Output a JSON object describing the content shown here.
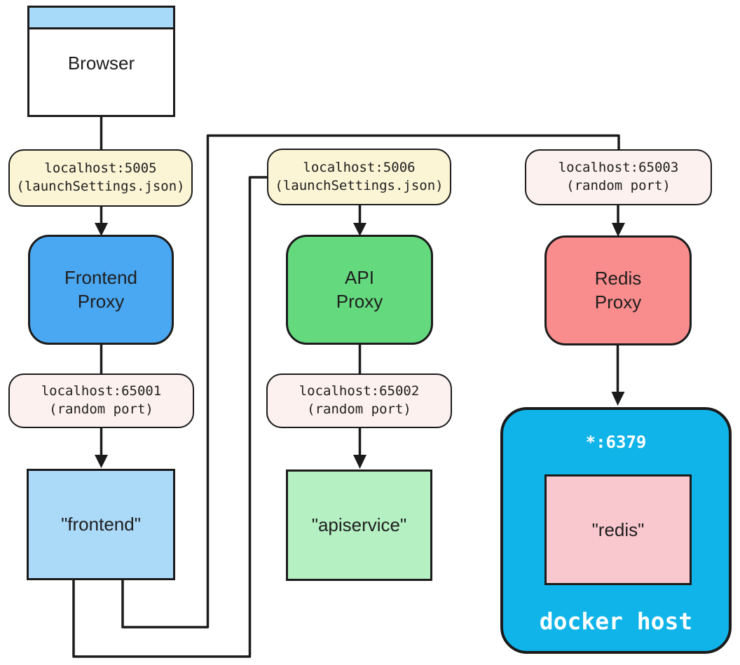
{
  "colors": {
    "stroke": "#1b1b1b",
    "text": "#1e1e1e",
    "browser_titlebar": "#a7d9f8",
    "proxy_blue": "#4aa7f2",
    "light_blue": "#abd9f8",
    "proxy_green": "#64d97e",
    "light_green": "#b5f0c3",
    "proxy_red": "#f98c8c",
    "container_pink": "#f9c8ce",
    "docker_cyan": "#10b4e8",
    "label_yellow": "#fbf4d5",
    "label_pink": "#fdf1ef",
    "white_text": "#ffffff"
  },
  "browser": {
    "title": "Browser"
  },
  "nodes": {
    "frontend_proxy": {
      "label": "Frontend\nProxy"
    },
    "frontend": {
      "label": "\"frontend\""
    },
    "api_proxy": {
      "label": "API\nProxy"
    },
    "apiservice": {
      "label": "\"apiservice\""
    },
    "redis_proxy": {
      "label": "Redis\nProxy"
    },
    "redis": {
      "label": "\"redis\""
    },
    "docker_host": {
      "label": "docker host",
      "port": "*:6379"
    }
  },
  "port_labels": {
    "frontend_public": {
      "line1": "localhost:5005",
      "line2": "(launchSettings.json)"
    },
    "frontend_random": {
      "line1": "localhost:65001",
      "line2": "(random port)"
    },
    "api_public": {
      "line1": "localhost:5006",
      "line2": "(launchSettings.json)"
    },
    "api_random": {
      "line1": "localhost:65002",
      "line2": "(random port)"
    },
    "redis_random": {
      "line1": "localhost:65003",
      "line2": "(random port)"
    }
  }
}
